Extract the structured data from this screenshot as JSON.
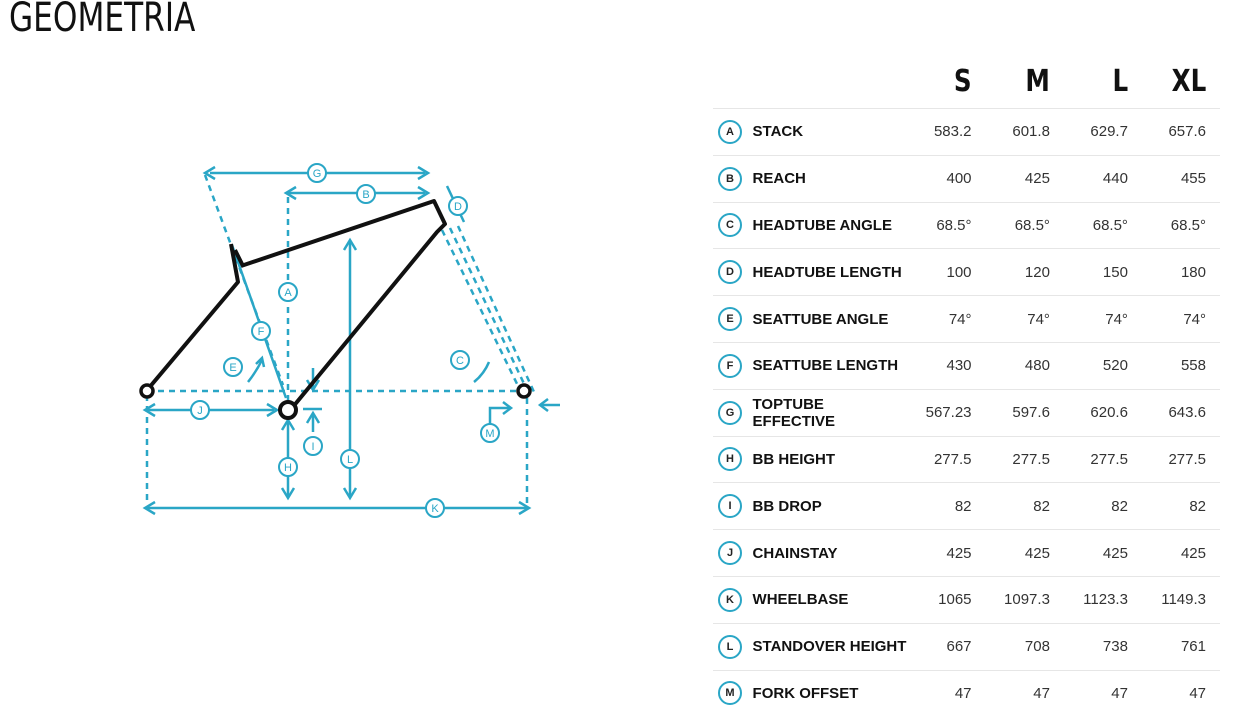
{
  "title": "GEOMETRIA",
  "colors": {
    "accent": "#2aa6c6",
    "frame": "#111111"
  },
  "sizes": [
    "S",
    "M",
    "L",
    "XL"
  ],
  "rows": [
    {
      "letter": "A",
      "name": "STACK",
      "values": [
        "583.2",
        "601.8",
        "629.7",
        "657.6"
      ]
    },
    {
      "letter": "B",
      "name": "REACH",
      "values": [
        "400",
        "425",
        "440",
        "455"
      ]
    },
    {
      "letter": "C",
      "name": "HEADTUBE ANGLE",
      "values": [
        "68.5°",
        "68.5°",
        "68.5°",
        "68.5°"
      ]
    },
    {
      "letter": "D",
      "name": "HEADTUBE LENGTH",
      "values": [
        "100",
        "120",
        "150",
        "180"
      ]
    },
    {
      "letter": "E",
      "name": "SEATTUBE ANGLE",
      "values": [
        "74°",
        "74°",
        "74°",
        "74°"
      ]
    },
    {
      "letter": "F",
      "name": "SEATTUBE LENGTH",
      "values": [
        "430",
        "480",
        "520",
        "558"
      ]
    },
    {
      "letter": "G",
      "name": "TOPTUBE EFFECTIVE",
      "values": [
        "567.23",
        "597.6",
        "620.6",
        "643.6"
      ]
    },
    {
      "letter": "H",
      "name": "BB HEIGHT",
      "values": [
        "277.5",
        "277.5",
        "277.5",
        "277.5"
      ]
    },
    {
      "letter": "I",
      "name": "BB DROP",
      "values": [
        "82",
        "82",
        "82",
        "82"
      ]
    },
    {
      "letter": "J",
      "name": "CHAINSTAY",
      "values": [
        "425",
        "425",
        "425",
        "425"
      ]
    },
    {
      "letter": "K",
      "name": "WHEELBASE",
      "values": [
        "1065",
        "1097.3",
        "1123.3",
        "1149.3"
      ]
    },
    {
      "letter": "L",
      "name": "STANDOVER HEIGHT",
      "values": [
        "667",
        "708",
        "738",
        "761"
      ]
    },
    {
      "letter": "M",
      "name": "FORK OFFSET",
      "values": [
        "47",
        "47",
        "47",
        "47"
      ]
    }
  ],
  "diagram_labels": [
    "A",
    "B",
    "C",
    "D",
    "E",
    "F",
    "G",
    "H",
    "I",
    "J",
    "K",
    "L",
    "M"
  ]
}
